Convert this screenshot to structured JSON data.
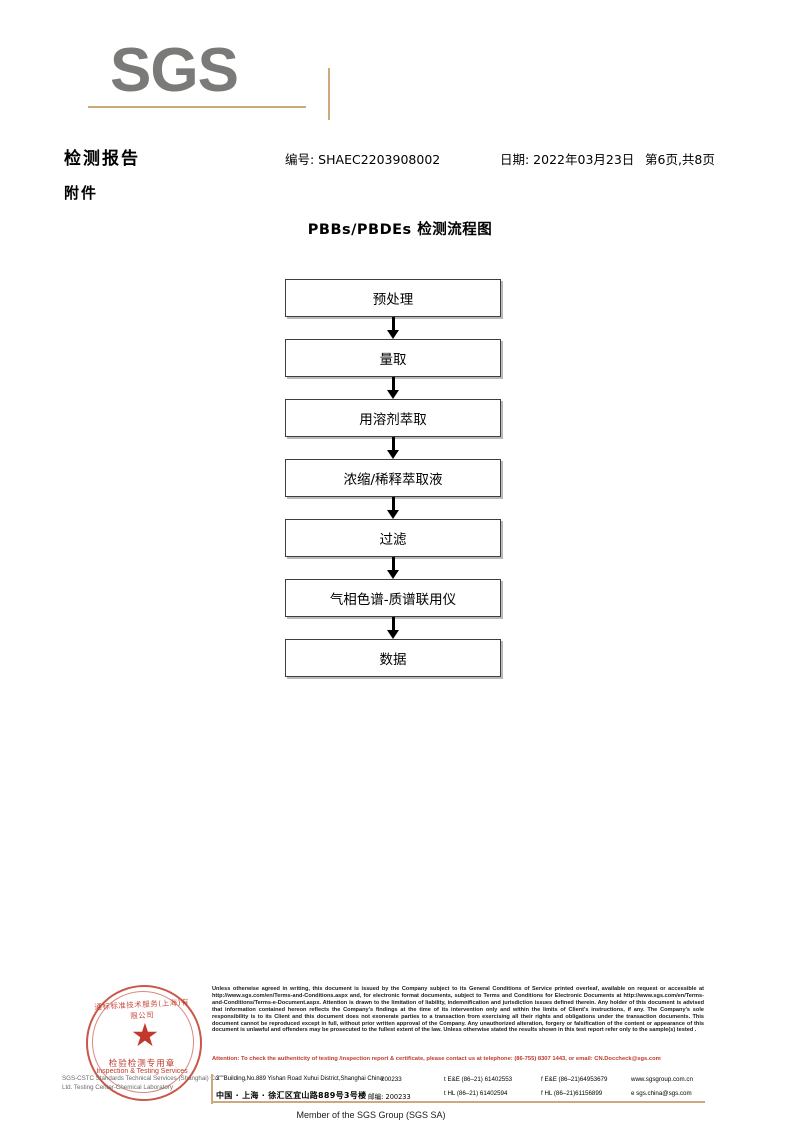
{
  "brand": {
    "logo_text": "SGS",
    "accent_color": "#cfa97e",
    "logo_color": "#7a7a78",
    "seal_color": "#c2392c"
  },
  "header": {
    "title": "检测报告",
    "subtitle": "附件",
    "report_no": "编号: SHAEC2203908002",
    "date": "日期: 2022年03月23日",
    "page": "第6页,共8页"
  },
  "flowchart": {
    "title": "PBBs/PBDEs 检测流程图",
    "nodes": [
      {
        "label": "预处理"
      },
      {
        "label": "量取"
      },
      {
        "label": "用溶剂萃取"
      },
      {
        "label": "浓缩/稀释萃取液"
      },
      {
        "label": "过滤"
      },
      {
        "label": "气相色谱-质谱联用仪"
      },
      {
        "label": "数据"
      }
    ]
  },
  "seal": {
    "arc_text": "通标标准技术服务(上海)有限公司",
    "cn_text": "检验检测专用章",
    "en_text": "Inspection & Testing Services",
    "star": "★",
    "company_lines": "SGS-CSTC Standards Technical Services (Shanghai) Co. Ltd.  Testing Center-Chemical Laboratory"
  },
  "footer": {
    "legal": "Unless otherwise agreed in writing, this document is issued by the Company subject to its General Conditions of Service printed overleaf, available on request or accessible at http://www.sgs.com/en/Terms-and-Conditions.aspx and, for electronic format documents, subject to Terms and Conditions for Electronic Documents at http://www.sgs.com/en/Terms-and-Conditions/Terms-e-Document.aspx. Attention is drawn to the limitation of liability, indemnification and jurisdiction issues defined therein. Any holder of this document is advised that information contained hereon reflects the Company's findings at the time of its intervention only and within the limits of Client's instructions, if any. The Company's sole responsibility is to its Client and this document does not exonerate parties to a transaction from exercising all their rights and obligations under the transaction documents. This document cannot be reproduced except in full, without prior written approval of the Company. Any unauthorized alteration, forgery or falsification of the content or appearance of this document is unlawful and offenders may be prosecuted to the fullest extent of the law. Unless otherwise stated the results shown in this test report refer only to the sample(s) tested .",
    "attention": "Attention: To check the authenticity of testing /inspection report & certificate, please contact us at telephone: (86-755) 8307 1443, or email: CN.Doccheck@sgs.com",
    "address_en": "3\"\"Building,No.889 Yishan Road Xuhui District,Shanghai China",
    "address_cn": "中国 · 上海 · 徐汇区宜山路889号3号楼",
    "postcode_en": "200233",
    "postcode_cn": "邮编: 200233",
    "tel1": "t E&E (86–21) 61402553",
    "tel2": "f E&E (86–21)64953679",
    "tel3": "t HL (86–21) 61402594",
    "tel4": "f HL (86–21)61156899",
    "web": "www.sgsgroup.com.cn",
    "email": "e  sgs.china@sgs.com",
    "member": "Member of the SGS Group (SGS SA)"
  }
}
